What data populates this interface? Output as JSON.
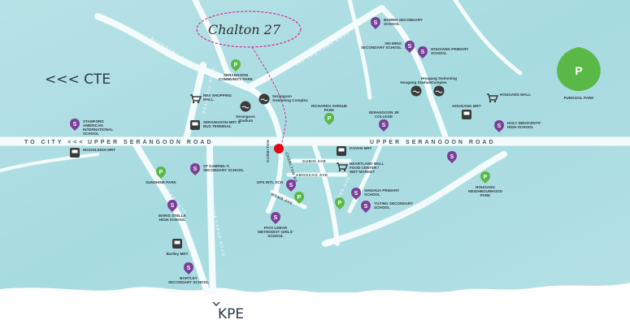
{
  "brand": {
    "name": "Chalton 27",
    "accent": "#e5007e"
  },
  "colors": {
    "water": "#a9dde2",
    "road": "#f4fbfc",
    "school": "#7b3f98",
    "park": "#5ab847",
    "mall": "#4a4a4a",
    "marker": "#e30613"
  },
  "directions": {
    "cte": "<<< CTE",
    "kpe": "KPE"
  },
  "roads": {
    "upper_serangoon": "UPPER SERANGOON ROAD",
    "upper_serangoon_right": "UPPER SERANGOON ROAD",
    "to_city": "TO CITY <<<",
    "boundary": "BOUNDARY ROAD",
    "yio_chu_kang": "YIO CHU KANG ROAD",
    "braddell": "BRADDELL ROAD",
    "bartley": "BARTLEY ROAD",
    "upper_paya_lebar": "UPPER PAYA LEBAR ROAD",
    "hougang_ave3": "HOUGANG AVENUE 3",
    "hougang_ave": "HOUGANG AVE",
    "street_wl": "SURBITON",
    "street_cr": "CHARLTON RD",
    "street_sa": "SUBIN AVE",
    "street_ab": "ABOOZAO AVE",
    "street_wn": "WEMB AVE"
  },
  "pois": {
    "bowen": "BOWEN SECONDARY SCHOOL",
    "xinming": "XIN MING SECONDARY SCHOOL",
    "hougang_primary": "HOUGANG PRIMARY SCHOOL",
    "serangoon_cc": "SERANGOON COMMUNITY PARK",
    "hougang_stadium": "Hougang Stadium",
    "hougang_swimming": "Hougang Swimming Complex",
    "punggol_park": "PUNGGOL PARK",
    "serangoon_swimming": "Serangoon Swimming Complex",
    "serangoon_stadium": "Serangoon Stadium",
    "richards": "RICHARDS AVENUE PARK",
    "nex": "NEX SHOPPING MALL",
    "serangoon_mrt": "SERANGOON MRT & BUS TERMINAL",
    "serangoon_jc": "SERANGOON JR COLLEGE",
    "hougang_mrt": "HOUGANG MRT",
    "hougang_mall": "HOUGANG MALL",
    "holy_innocents": "HOLY INNOCENTS' HIGH SCHOOL",
    "stamford": "STAMFORD AMERICAN INTERNATIONAL SCHOOL",
    "woodleigh": "WOODLEIGH MRT",
    "kovan": "KOVAN MRT",
    "heartland": "HEARTLAND MALL FOOD CENTER / WET MARKET",
    "st_gabriels": "ST GABRIEL'S SECONDARY SCHOOL",
    "sunshine": "SUNSHINE PARK",
    "xinghua": "XINGHUA PRIMARY SCHOOL",
    "yuying": "YUYING SECONDARY SCHOOL",
    "hougang_nbr": "HOUGANG NEIGHBOURHOOD PARK",
    "maris": "MARIS STELLA HIGH SCHOOL",
    "dps": "DPS INTL SCH",
    "paya_lebar": "PAYA LEBAR METHODIST GIRLS' SCHOOL",
    "bartley_mrt": "Bartley MRT",
    "bartley_sec": "BARTLEY SECONDARY SCHOOL"
  },
  "icons": {
    "school": {
      "glyph": "S",
      "name": "school-icon"
    },
    "park": {
      "glyph": "P",
      "name": "park-icon"
    }
  }
}
